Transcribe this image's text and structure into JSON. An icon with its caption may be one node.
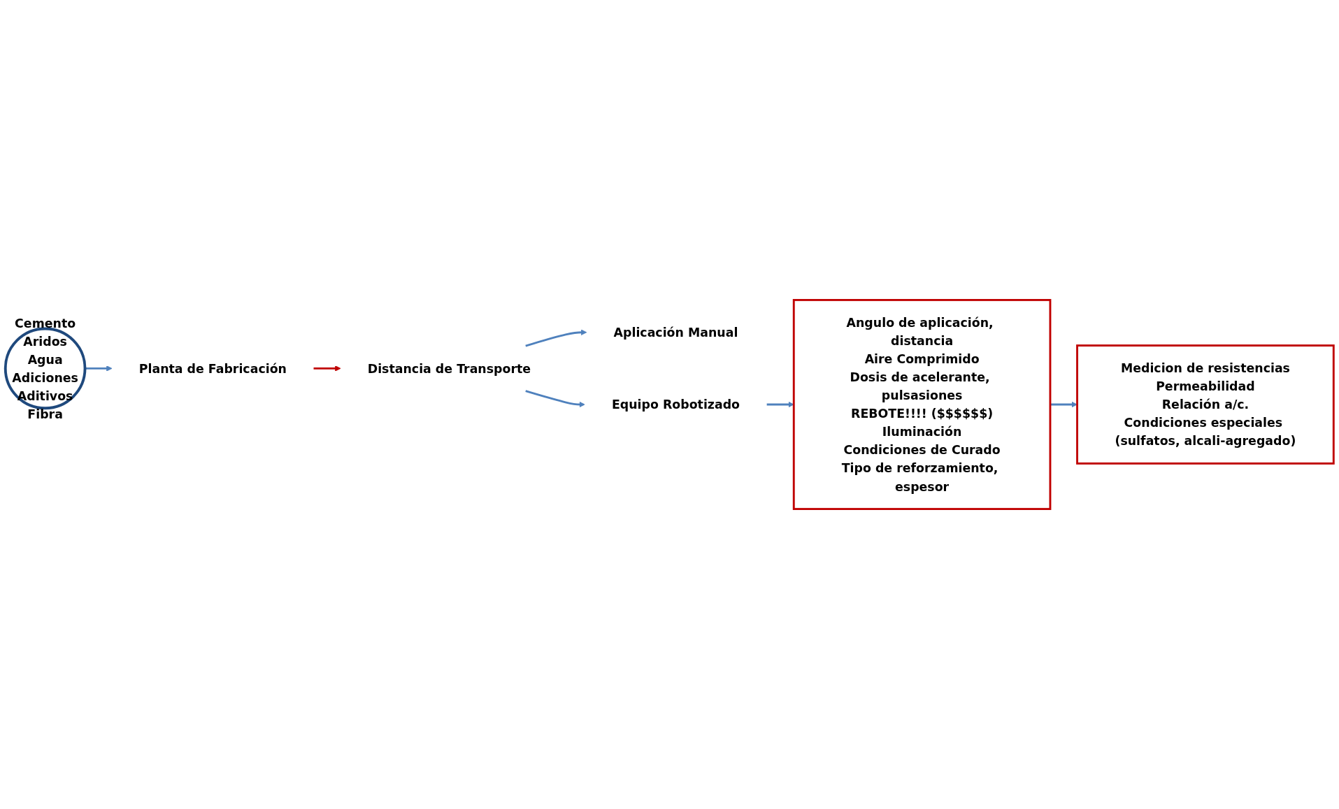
{
  "diagram": {
    "nodes": [
      {
        "text": [
          "Cemento",
          "Aridos",
          "Agua",
          "Adiciones",
          "Aditivos",
          "Fibra"
        ]
      },
      {
        "text": [
          "Planta de Fabricación"
        ]
      },
      {
        "text": [
          "Distancia de Transporte"
        ]
      },
      {
        "text": [
          "Aplicación Manual"
        ]
      },
      {
        "text": [
          "Equipo Robotizado"
        ]
      },
      {
        "text": [
          "Angulo de aplicación, distancia",
          "Aire Comprimido",
          "Dosis de acelerante, pulsasiones",
          "REBOTE!!!! ($$$$$$)",
          "Iluminación",
          "Condiciones de Curado",
          "Tipo de reforzamiento, espesor"
        ]
      },
      {
        "text": [
          "Medicion de resistencias",
          "Permeabilidad",
          "Relación a/c.",
          "Condiciones especiales (sulfatos, alcali-agregado)"
        ]
      }
    ],
    "edges": [
      {
        "from": 0,
        "to": 1,
        "arrow": "to"
      },
      {
        "from": 1,
        "to": 2,
        "arrow": "to",
        "color": "#c00000"
      },
      {
        "from": 2,
        "to": 3,
        "arrow": "to"
      },
      {
        "from": 2,
        "to": 4,
        "arrow": "to"
      },
      {
        "from": 4,
        "to": 5,
        "arrow": "to"
      },
      {
        "from": 5,
        "to": 6,
        "arrow": "to"
      }
    ]
  }
}
